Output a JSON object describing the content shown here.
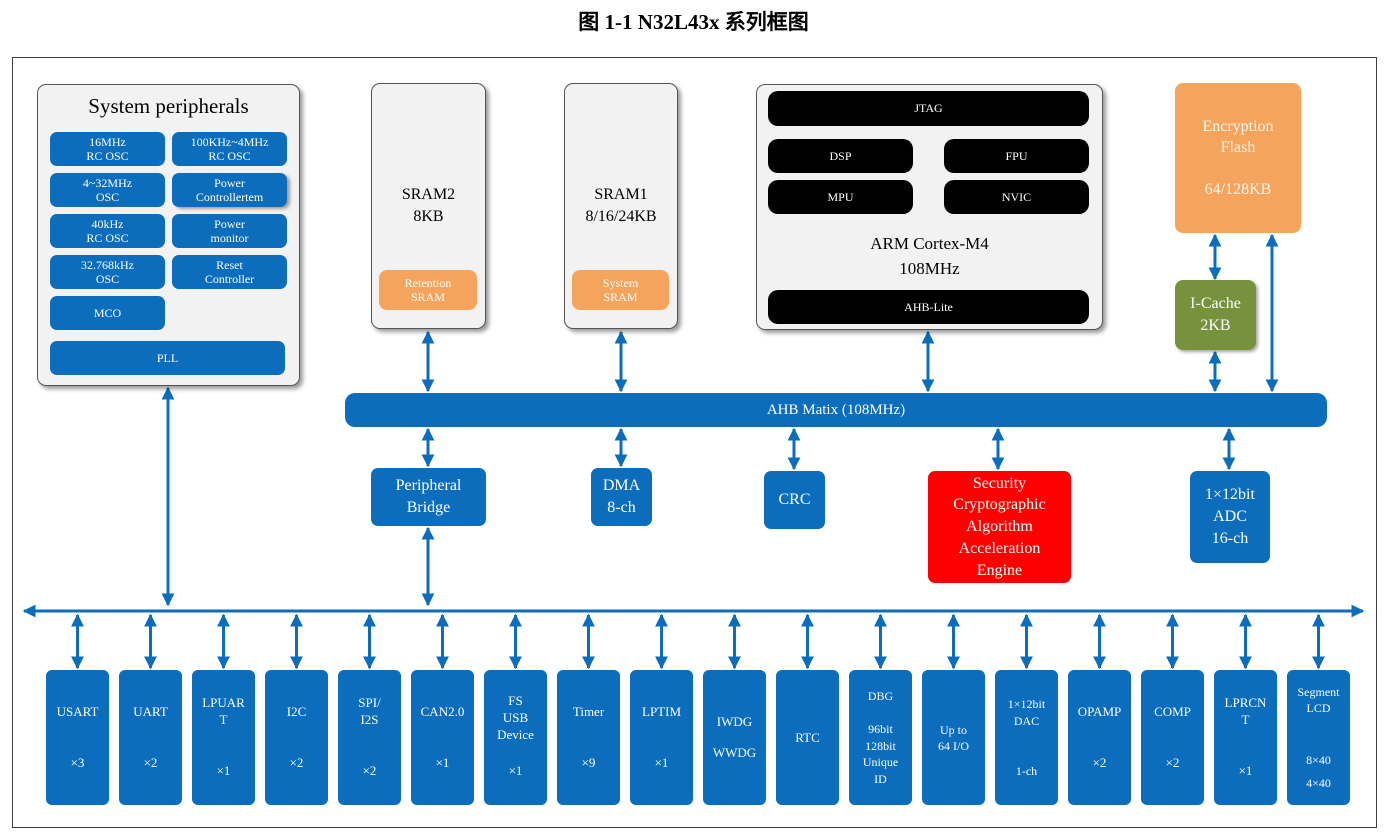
{
  "title": "图 1-1 N32L43x 系列框图",
  "colors": {
    "blue": "#0b6dbb",
    "orange": "#f5a45d",
    "green": "#76923c",
    "red": "#ff0000",
    "black": "#000000"
  },
  "system_peripherals": {
    "title": "System peripherals",
    "items": [
      "16MHz\nRC OSC",
      "100KHz~4MHz\nRC OSC",
      "4~32MHz\nOSC",
      "Power\nControllertem",
      "40kHz\nRC OSC",
      "Power\nmonitor",
      "32.768kHz\nOSC",
      "Reset\nController",
      "MCO",
      "PLL"
    ]
  },
  "sram2": {
    "label": "SRAM2\n8KB",
    "sub": "Retention\nSRAM"
  },
  "sram1": {
    "label": "SRAM1\n8/16/24KB",
    "sub": "System\nSRAM"
  },
  "cpu": {
    "jtag": "JTAG",
    "dsp": "DSP",
    "fpu": "FPU",
    "mpu": "MPU",
    "nvic": "NVIC",
    "label": "ARM Cortex-M4\n108MHz",
    "ahb_lite": "AHB-Lite"
  },
  "flash": {
    "label": "Encryption\nFlash\n\n64/128KB"
  },
  "icache": {
    "label": "I-Cache\n2KB"
  },
  "ahb_matrix": {
    "label": "AHB Matix (108MHz)"
  },
  "ahb_slaves": {
    "bridge": "Peripheral\nBridge",
    "dma": "DMA\n8-ch",
    "crc": "CRC",
    "security": "Security\nCryptographic\nAlgorithm\nAcceleration\nEngine",
    "adc": "1×12bit\nADC\n16-ch"
  },
  "peripherals": [
    {
      "label": "USART",
      "count": "×3"
    },
    {
      "label": "UART",
      "count": "×2"
    },
    {
      "label": "LPUAR\nT",
      "count": "×1"
    },
    {
      "label": "I2C",
      "count": "×2"
    },
    {
      "label": "SPI/\nI2S",
      "count": "×2"
    },
    {
      "label": "CAN2.0",
      "count": "×1"
    },
    {
      "label": "FS\nUSB\nDevice",
      "count": "×1"
    },
    {
      "label": "Timer",
      "count": "×9"
    },
    {
      "label": "LPTIM",
      "count": "×1"
    },
    {
      "label": "IWDG\n\nWWDG"
    },
    {
      "label": "RTC"
    },
    {
      "label": "DBG\n\n96bit\n128bit\nUnique\nID"
    },
    {
      "label": "Up to\n64 I/O"
    },
    {
      "label": "1×12bit\nDAC",
      "count": "1-ch"
    },
    {
      "label": "OPAMP",
      "count": "×2"
    },
    {
      "label": "COMP",
      "count": "×2"
    },
    {
      "label": "LPRCN\nT",
      "count": "×1"
    },
    {
      "label": "Segment\nLCD",
      "count": "8×40\n4×40"
    }
  ]
}
